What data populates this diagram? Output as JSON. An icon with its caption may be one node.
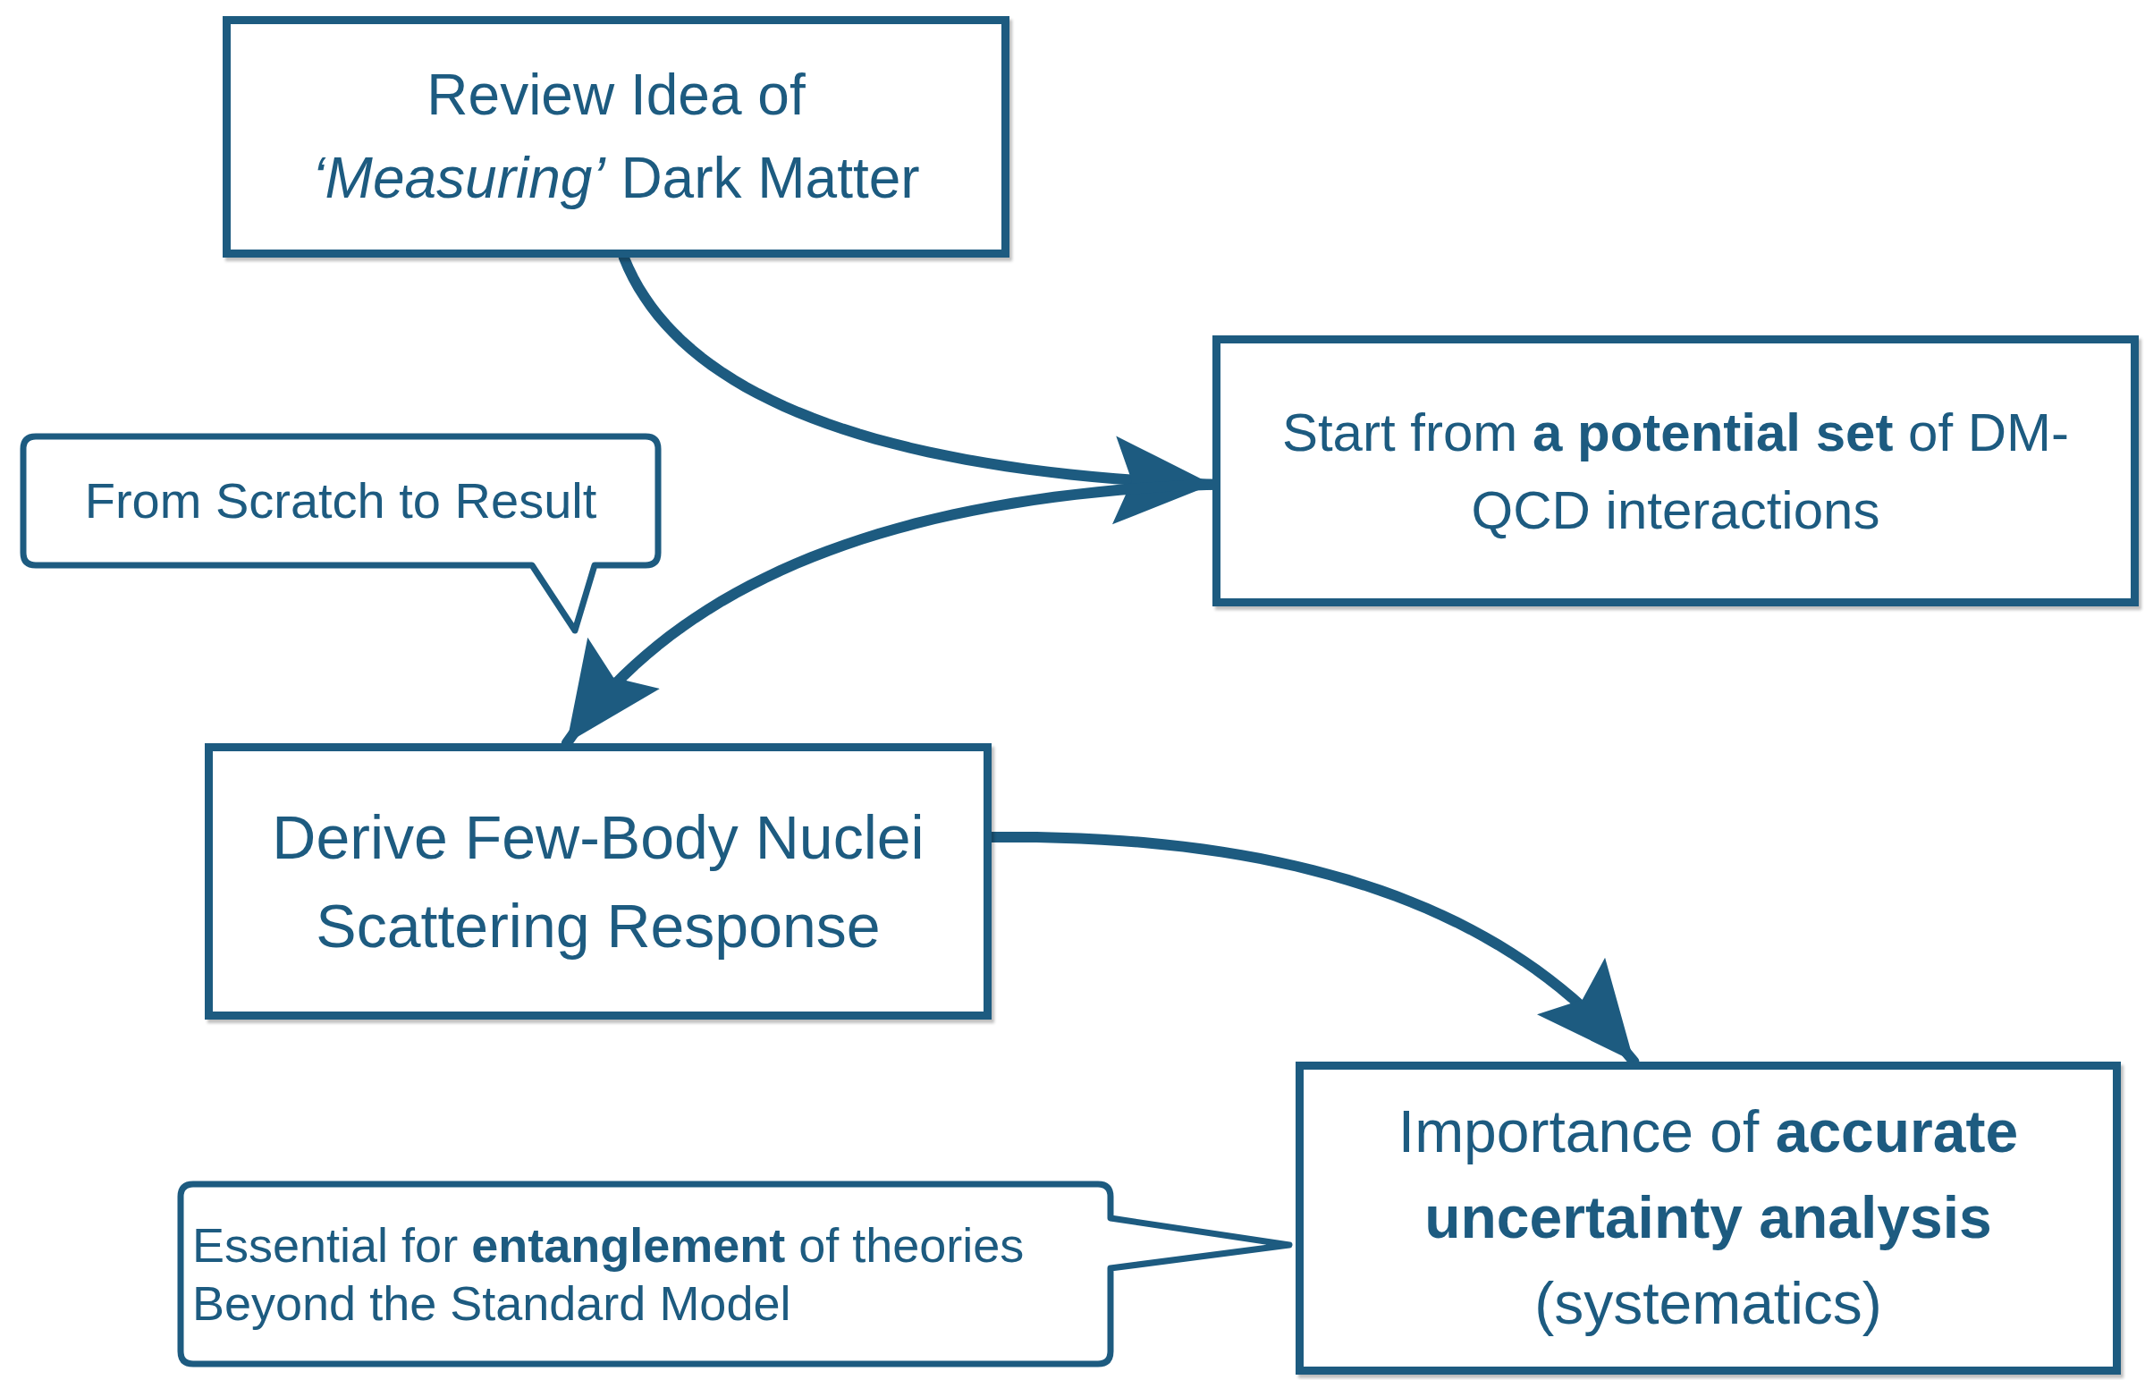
{
  "diagram": {
    "nodes": [
      {
        "text": [
          "Review Idea of *‘Measuring’* Dark Matter"
        ]
      },
      {
        "text": [
          "Start from **a potential set** of DM-QCD interactions"
        ]
      },
      {
        "text": [
          "From Scratch to Result"
        ]
      },
      {
        "text": [
          "Derive Few-Body Nuclei Scattering Response"
        ]
      },
      {
        "text": [
          "Importance of **accurate uncertainty analysis** (systematics)"
        ]
      },
      {
        "text": [
          "Essential for **entanglement** of theories Beyond the Standard Model"
        ]
      }
    ],
    "edges": [
      {
        "from": 0,
        "to": 1,
        "arrow": "to"
      },
      {
        "from": 1,
        "to": 3,
        "arrow": "to"
      },
      {
        "from": 3,
        "to": 4,
        "arrow": "to"
      }
    ]
  }
}
